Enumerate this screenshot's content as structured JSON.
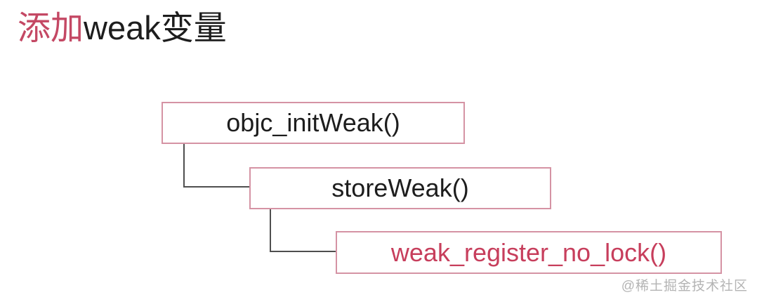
{
  "page": {
    "background_color": "#ffffff"
  },
  "title": {
    "highlight_text": "添加",
    "rest_text": "weak变量",
    "highlight_color": "#c44864",
    "text_color": "#1d1d1d"
  },
  "diagram": {
    "type": "call-hierarchy",
    "border_color": "#d593a4",
    "connector_color": "#4f4f4f",
    "nodes": [
      {
        "label": "objc_initWeak()",
        "level": 1,
        "text_color": "#1d1d1d"
      },
      {
        "label": "storeWeak()",
        "level": 2,
        "text_color": "#1d1d1d"
      },
      {
        "label": "weak_register_no_lock()",
        "level": 3,
        "text_color": "#c73e5c"
      }
    ],
    "edges": [
      {
        "from": "objc_initWeak()",
        "to": "storeWeak()"
      },
      {
        "from": "storeWeak()",
        "to": "weak_register_no_lock()"
      }
    ]
  },
  "watermark": {
    "text": "@稀土掘金技术社区",
    "color": "#b4b4b4"
  }
}
